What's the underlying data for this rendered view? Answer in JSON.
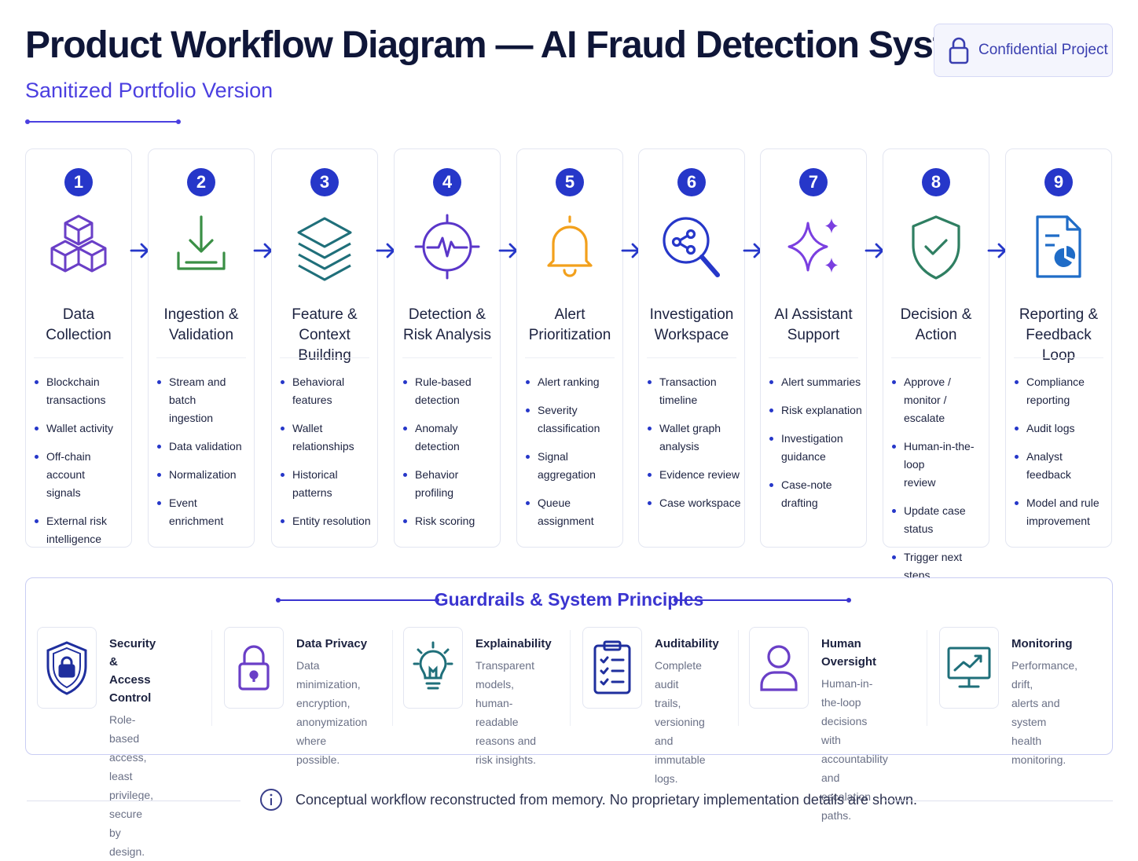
{
  "header": {
    "title": "Product Workflow Diagram — AI Fraud Detection System",
    "subtitle": "Sanitized Portfolio Version",
    "badge_label": "Confidential Project"
  },
  "colors": {
    "primary": "#2637c9",
    "accent": "#4b3fe0",
    "step1": "#6a3fc7",
    "step2": "#3a8f45",
    "step3": "#1f6f7a",
    "step4": "#5a36c9",
    "step5": "#f2a01c",
    "step6": "#2637c9",
    "step7": "#7a3fe0",
    "step8": "#2f7f62",
    "step9": "#1f6cc7"
  },
  "steps": [
    {
      "number": "1",
      "icon": "cubes-icon",
      "title_lines": [
        "Data Collection"
      ],
      "items": [
        [
          "Blockchain",
          "transactions"
        ],
        [
          "Wallet activity"
        ],
        [
          "Off-chain account",
          "signals"
        ],
        [
          "External risk",
          "intelligence"
        ]
      ]
    },
    {
      "number": "2",
      "icon": "download-tray-icon",
      "title_lines": [
        "Ingestion &",
        "Validation"
      ],
      "items": [
        [
          "Stream and batch",
          "ingestion"
        ],
        [
          "Data validation"
        ],
        [
          "Normalization"
        ],
        [
          "Event enrichment"
        ]
      ]
    },
    {
      "number": "3",
      "icon": "layers-icon",
      "title_lines": [
        "Feature &",
        "Context Building"
      ],
      "items": [
        [
          "Behavioral features"
        ],
        [
          "Wallet relationships"
        ],
        [
          "Historical patterns"
        ],
        [
          "Entity resolution"
        ]
      ]
    },
    {
      "number": "4",
      "icon": "radar-pulse-icon",
      "title_lines": [
        "Detection &",
        "Risk Analysis"
      ],
      "items": [
        [
          "Rule-based",
          "detection"
        ],
        [
          "Anomaly detection"
        ],
        [
          "Behavior profiling"
        ],
        [
          "Risk scoring"
        ]
      ]
    },
    {
      "number": "5",
      "icon": "bell-icon",
      "title_lines": [
        "Alert",
        "Prioritization"
      ],
      "items": [
        [
          "Alert ranking"
        ],
        [
          "Severity",
          "classification"
        ],
        [
          "Signal aggregation"
        ],
        [
          "Queue assignment"
        ]
      ]
    },
    {
      "number": "6",
      "icon": "graph-magnifier-icon",
      "title_lines": [
        "Investigation",
        "Workspace"
      ],
      "items": [
        [
          "Transaction",
          "timeline"
        ],
        [
          "Wallet graph",
          "analysis"
        ],
        [
          "Evidence review"
        ],
        [
          "Case workspace"
        ]
      ]
    },
    {
      "number": "7",
      "icon": "sparkles-icon",
      "title_lines": [
        "AI Assistant",
        "Support"
      ],
      "items": [
        [
          "Alert summaries"
        ],
        [
          "Risk explanation"
        ],
        [
          "Investigation",
          "guidance"
        ],
        [
          "Case-note",
          "drafting"
        ]
      ]
    },
    {
      "number": "8",
      "icon": "shield-check-icon",
      "title_lines": [
        "Decision &",
        "Action"
      ],
      "items": [
        [
          "Approve / monitor /",
          "escalate"
        ],
        [
          "Human-in-the-loop",
          "review"
        ],
        [
          "Update case status"
        ],
        [
          "Trigger next steps"
        ]
      ]
    },
    {
      "number": "9",
      "icon": "report-document-icon",
      "title_lines": [
        "Reporting &",
        "Feedback Loop"
      ],
      "items": [
        [
          "Compliance",
          "reporting"
        ],
        [
          "Audit logs"
        ],
        [
          "Analyst feedback"
        ],
        [
          "Model and rule",
          "improvement"
        ]
      ]
    }
  ],
  "guardrails": {
    "title": "Guardrails & System Principles",
    "items": [
      {
        "icon": "shield-lock-icon",
        "title_lines": [
          "Security &",
          "Access Control"
        ],
        "desc_lines": [
          "Role-based access,",
          "least privilege,",
          "secure by design."
        ]
      },
      {
        "icon": "padlock-icon",
        "title_lines": [
          "Data Privacy"
        ],
        "desc_lines": [
          "Data minimization,",
          "encryption,",
          "anonymization",
          "where possible."
        ]
      },
      {
        "icon": "lightbulb-icon",
        "title_lines": [
          "Explainability"
        ],
        "desc_lines": [
          "Transparent models,",
          "human-readable",
          "reasons and",
          "risk insights."
        ]
      },
      {
        "icon": "clipboard-checklist-icon",
        "title_lines": [
          "Auditability"
        ],
        "desc_lines": [
          "Complete audit",
          "trails, versioning",
          "and immutable",
          "logs."
        ]
      },
      {
        "icon": "person-icon",
        "title_lines": [
          "Human Oversight"
        ],
        "desc_lines": [
          "Human-in-the-loop",
          "decisions with",
          "accountability and",
          "escalation paths."
        ]
      },
      {
        "icon": "monitor-chart-icon",
        "title_lines": [
          "Monitoring"
        ],
        "desc_lines": [
          "Performance, drift,",
          "alerts and system",
          "health monitoring."
        ]
      }
    ]
  },
  "footer": {
    "icon": "info-icon",
    "note": "Conceptual workflow reconstructed from memory. No proprietary implementation details are shown."
  }
}
